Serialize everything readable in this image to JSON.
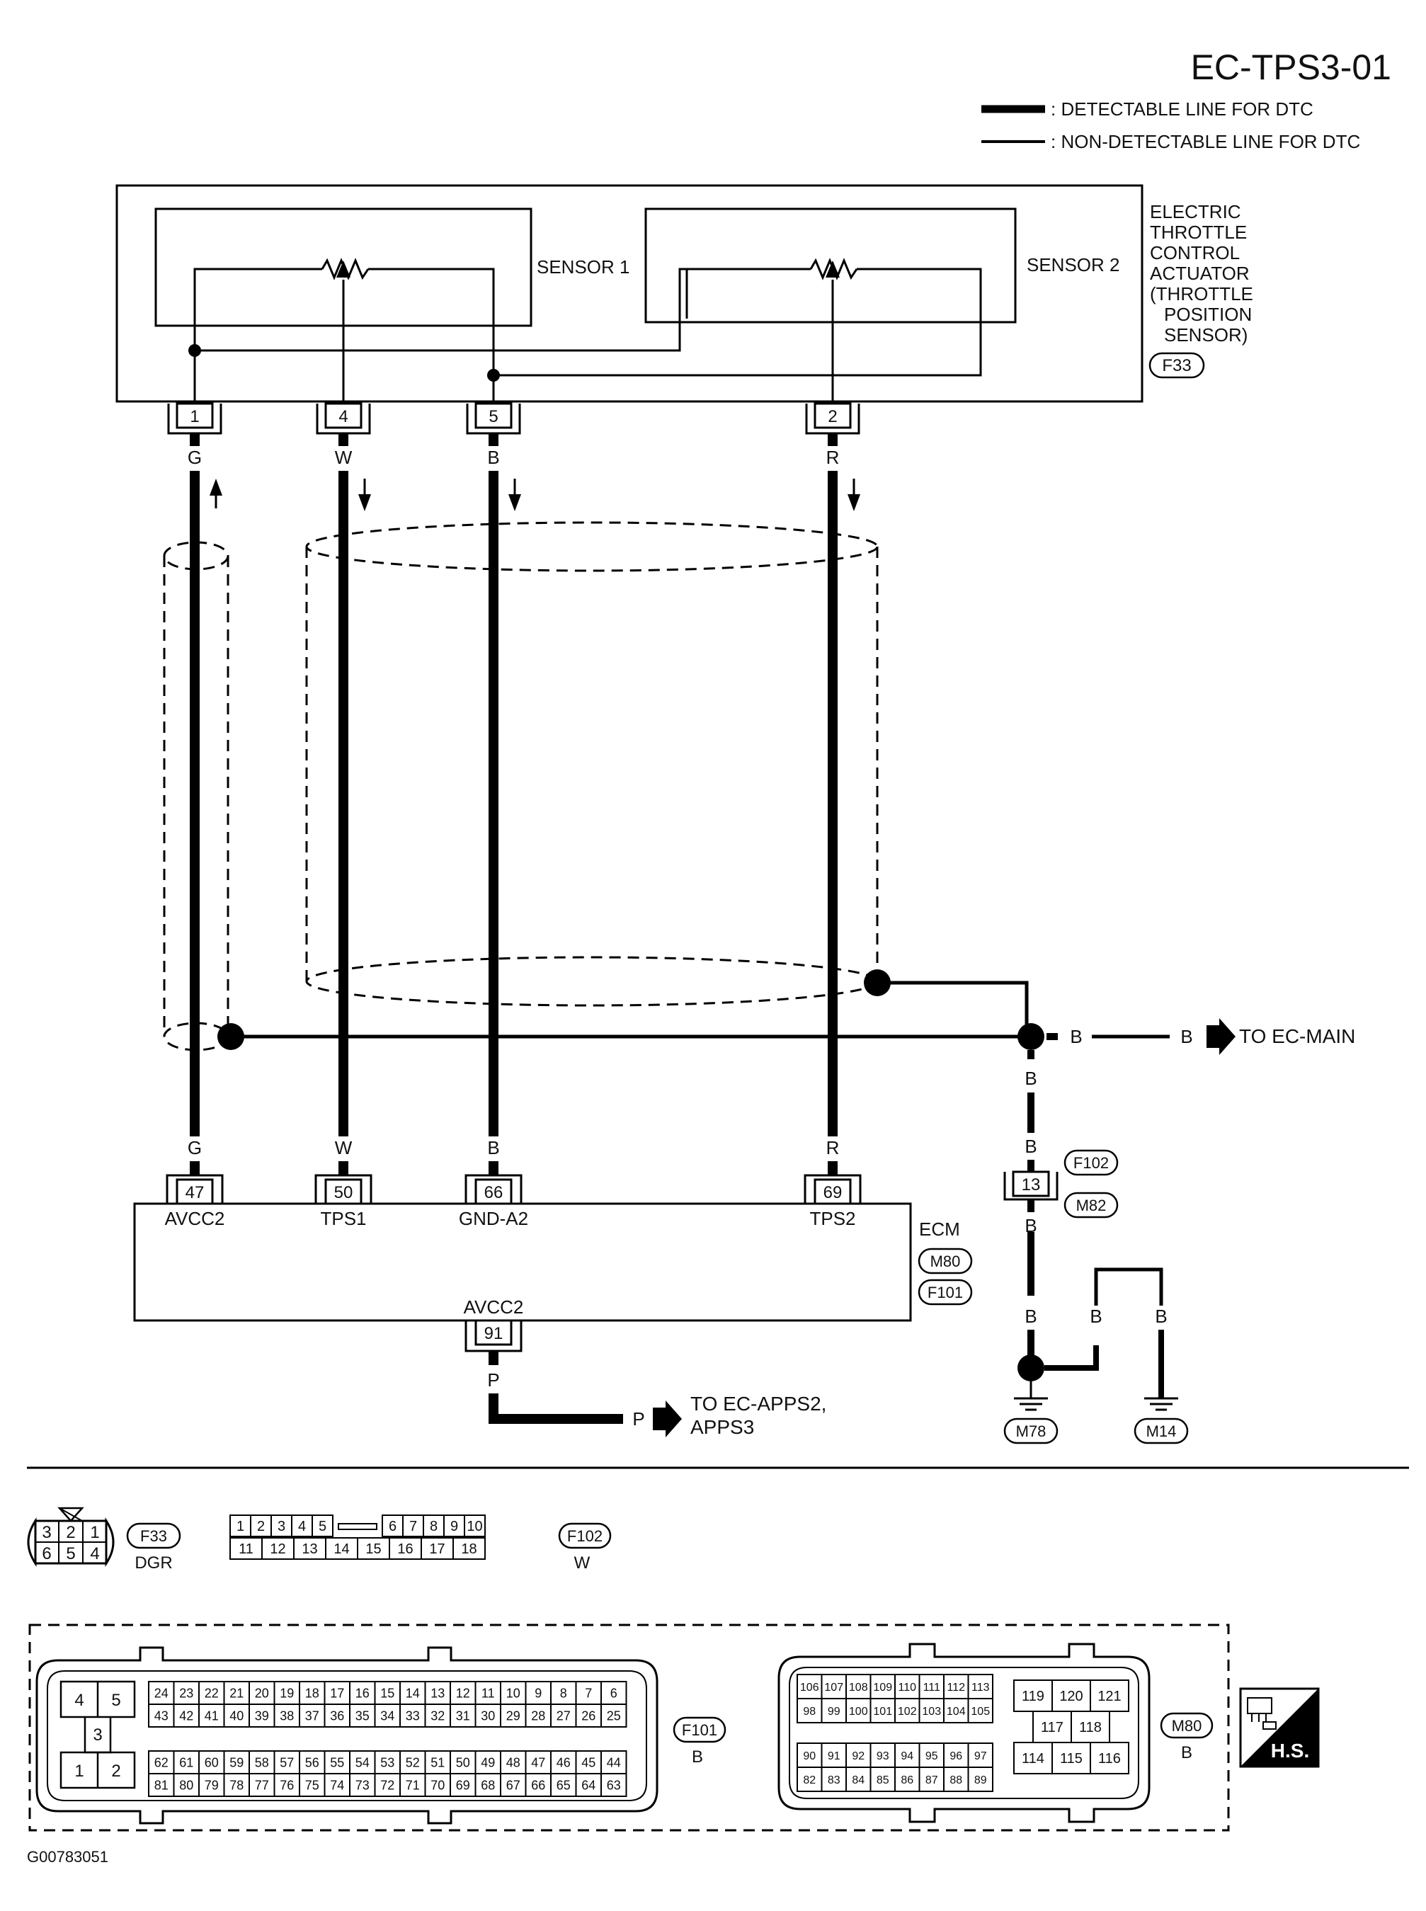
{
  "title": "EC-TPS3-01",
  "legend": {
    "detectable": ": DETECTABLE LINE FOR DTC",
    "non_detectable": ": NON-DETECTABLE LINE FOR DTC"
  },
  "actuator": {
    "label_lines": [
      "ELECTRIC",
      "THROTTLE",
      "CONTROL",
      "ACTUATOR",
      "(THROTTLE",
      "POSITION",
      "SENSOR)"
    ],
    "connector": "F33",
    "sensor1": "SENSOR 1",
    "sensor2": "SENSOR 2",
    "pins": [
      "1",
      "4",
      "5",
      "2"
    ]
  },
  "wires": {
    "top_colors": [
      "G",
      "W",
      "B",
      "R"
    ],
    "bottom_colors": [
      "G",
      "W",
      "B",
      "R"
    ]
  },
  "ground_path": {
    "b_labels": [
      "B",
      "B",
      "B",
      "B",
      "B",
      "B",
      "B"
    ],
    "to_main": "TO EC-MAIN",
    "connector_pin": "13",
    "connector_f": "F102",
    "connector_m": "M82",
    "grounds": [
      "M78",
      "M14"
    ]
  },
  "ecm": {
    "label": "ECM",
    "connectors": [
      "M80",
      "F101"
    ],
    "pins": [
      "47",
      "50",
      "66",
      "69"
    ],
    "pin_names": [
      "AVCC2",
      "TPS1",
      "GND-A2",
      "TPS2"
    ],
    "bottom_pin": "91",
    "bottom_name": "AVCC2",
    "bottom_color": "P",
    "bottom_color2": "P",
    "dest_line1": "TO EC-APPS2,",
    "dest_line2": "APPS3"
  },
  "connector_views": {
    "f33": {
      "id": "F33",
      "color": "DGR",
      "pins_top": [
        "3",
        "2",
        "1"
      ],
      "pins_bottom": [
        "6",
        "5",
        "4"
      ]
    },
    "f102": {
      "id": "F102",
      "color": "W",
      "row1": [
        "1",
        "2",
        "3",
        "4",
        "5",
        "6",
        "7",
        "8",
        "9",
        "10"
      ],
      "row2": [
        "11",
        "12",
        "13",
        "14",
        "15",
        "16",
        "17",
        "18"
      ]
    },
    "f101": {
      "id": "F101",
      "color": "B",
      "big": [
        "4",
        "5",
        "3",
        "1",
        "2"
      ],
      "row1": [
        "24",
        "23",
        "22",
        "21",
        "20",
        "19",
        "18",
        "17",
        "16",
        "15",
        "14",
        "13",
        "12",
        "11",
        "10",
        "9",
        "8",
        "7",
        "6"
      ],
      "row2": [
        "43",
        "42",
        "41",
        "40",
        "39",
        "38",
        "37",
        "36",
        "35",
        "34",
        "33",
        "32",
        "31",
        "30",
        "29",
        "28",
        "27",
        "26",
        "25"
      ],
      "row3": [
        "62",
        "61",
        "60",
        "59",
        "58",
        "57",
        "56",
        "55",
        "54",
        "53",
        "52",
        "51",
        "50",
        "49",
        "48",
        "47",
        "46",
        "45",
        "44"
      ],
      "row4": [
        "81",
        "80",
        "79",
        "78",
        "77",
        "76",
        "75",
        "74",
        "73",
        "72",
        "71",
        "70",
        "69",
        "68",
        "67",
        "66",
        "65",
        "64",
        "63"
      ]
    },
    "m80": {
      "id": "M80",
      "color": "B",
      "row1": [
        "106",
        "107",
        "108",
        "109",
        "110",
        "111",
        "112",
        "113"
      ],
      "row2": [
        "98",
        "99",
        "100",
        "101",
        "102",
        "103",
        "104",
        "105"
      ],
      "row3": [
        "90",
        "91",
        "92",
        "93",
        "94",
        "95",
        "96",
        "97"
      ],
      "row4": [
        "82",
        "83",
        "84",
        "85",
        "86",
        "87",
        "88",
        "89"
      ],
      "right_top": [
        "119",
        "120",
        "121"
      ],
      "right_mid": [
        "117",
        "118"
      ],
      "right_bot": [
        "114",
        "115",
        "116"
      ]
    }
  },
  "hs_badge": "H.S.",
  "footer_code": "G00783051"
}
